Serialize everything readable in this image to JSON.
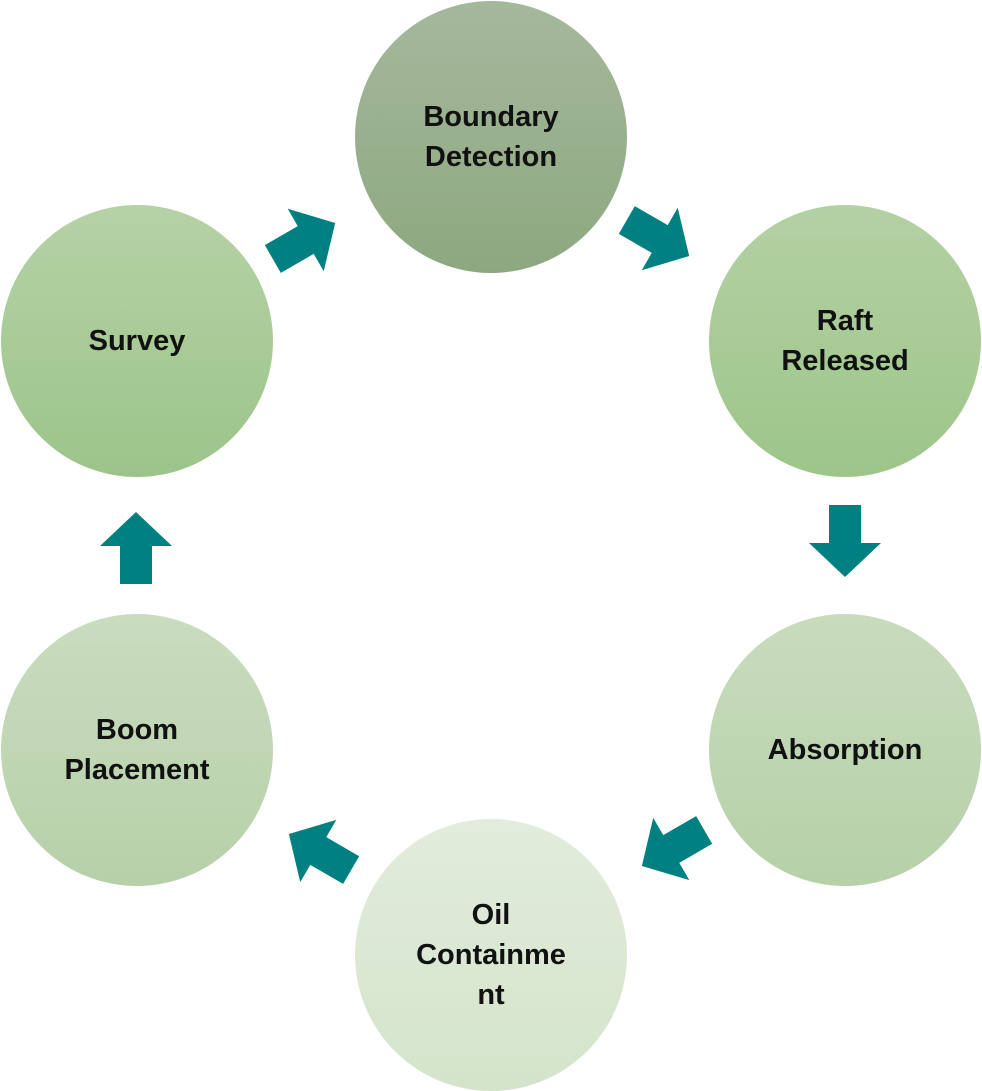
{
  "diagram": {
    "arrow_color": "#008080",
    "nodes": [
      {
        "id": "boundary-detection",
        "lines": [
          "Boundary",
          "Detection"
        ],
        "fill_top": "#a5b89c",
        "fill_bottom": "#8da880"
      },
      {
        "id": "raft-released",
        "lines": [
          "Raft",
          "Released"
        ],
        "fill_top": "#b4d1a4",
        "fill_bottom": "#9dc589"
      },
      {
        "id": "absorption",
        "lines": [
          "Absorption"
        ],
        "fill_top": "#c8dcbd",
        "fill_bottom": "#b6d0a8"
      },
      {
        "id": "oil-containment",
        "lines": [
          "Oil",
          "Containme",
          "nt"
        ],
        "fill_top": "#e2ecdc",
        "fill_bottom": "#d4e4cb"
      },
      {
        "id": "boom-placement",
        "lines": [
          "Boom",
          "Placement"
        ],
        "fill_top": "#c9dcbf",
        "fill_bottom": "#b7d0a9"
      },
      {
        "id": "survey",
        "lines": [
          "Survey"
        ],
        "fill_top": "#b5d2a6",
        "fill_bottom": "#9cc48a"
      }
    ],
    "edges": [
      {
        "from": "survey",
        "to": "boundary-detection"
      },
      {
        "from": "boundary-detection",
        "to": "raft-released"
      },
      {
        "from": "raft-released",
        "to": "absorption"
      },
      {
        "from": "absorption",
        "to": "oil-containment"
      },
      {
        "from": "oil-containment",
        "to": "boom-placement"
      },
      {
        "from": "boom-placement",
        "to": "survey"
      }
    ]
  }
}
